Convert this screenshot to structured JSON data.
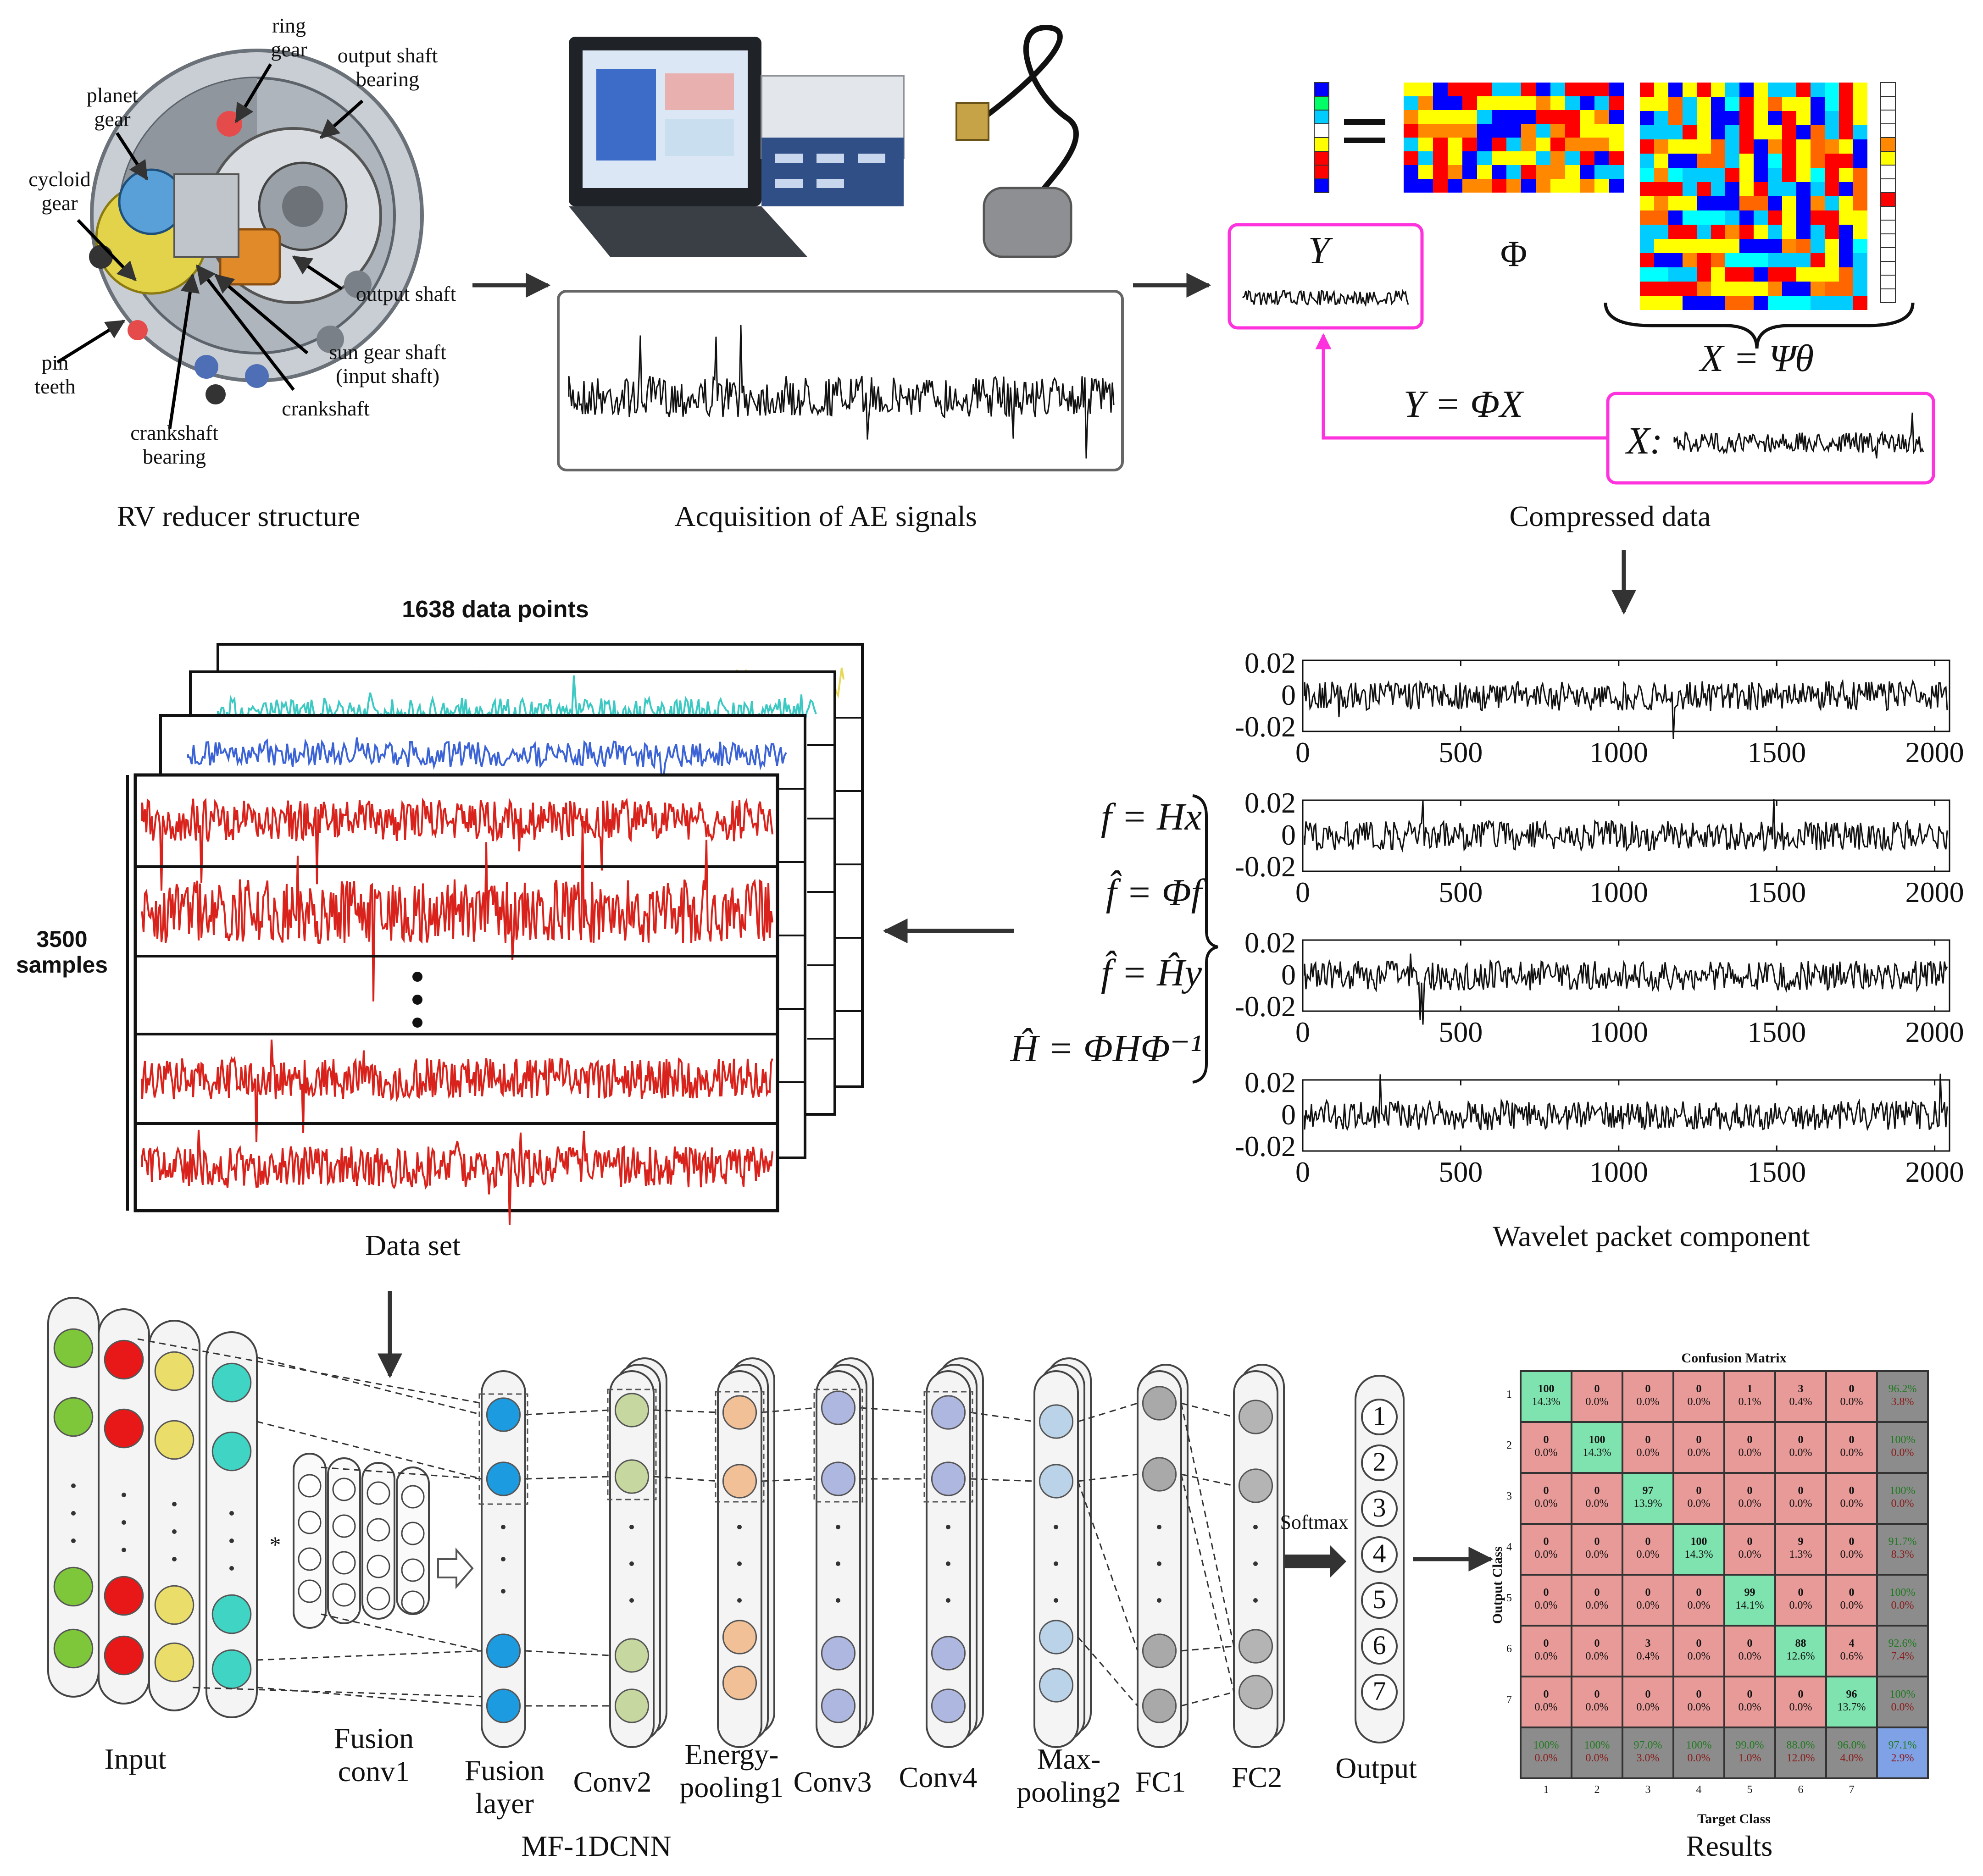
{
  "rv_reducer": {
    "caption": "RV reducer structure",
    "parts": {
      "ring_gear": "ring\ngear",
      "output_shaft_bearing": "output shaft\nbearing",
      "planet_gear": "planet\ngear",
      "cycloid_gear": "cycloid\ngear",
      "output_shaft": "output shaft",
      "sun_gear_shaft": "sun gear shaft\n(input shaft)",
      "pin_teeth": "pin\nteeth",
      "crankshaft": "crankshaft",
      "crankshaft_bearing": "crankshaft\nbearing"
    }
  },
  "acquisition": {
    "caption": "Acquisition of AE signals"
  },
  "compression": {
    "caption": "Compressed data",
    "y_label": "Y",
    "phi": "Φ",
    "x_psi_theta": "X = Ψθ",
    "y_phi_x": "Y = ΦX",
    "x_label": "X:"
  },
  "wavelet": {
    "caption": "Wavelet packet component",
    "y_ticks": [
      "0.02",
      "0",
      "-0.02"
    ],
    "x_ticks": [
      "0",
      "500",
      "1000",
      "1500",
      "2000"
    ]
  },
  "equations": [
    "f = Hx",
    "f̂ = Φf",
    "f̂ = Ĥy",
    "Ĥ = ΦHΦ⁻¹"
  ],
  "dataset": {
    "caption": "Data set",
    "points_label": "1638 data points",
    "samples_label": "3500\nsamples"
  },
  "network": {
    "caption": "MF-1DCNN",
    "layers": [
      "Input",
      "Fusion\nconv1",
      "Fusion\nlayer",
      "Conv2",
      "Energy-\npooling1",
      "Conv3",
      "Conv4",
      "Max-\npooling2",
      "FC1",
      "FC2",
      "Output"
    ],
    "softmax": "Softmax",
    "outputs": [
      "1",
      "2",
      "3",
      "4",
      "5",
      "6",
      "7"
    ],
    "conv_symbol": "*"
  },
  "results": {
    "caption": "Results",
    "title": "Confusion Matrix",
    "xlabel": "Target Class",
    "ylabel": "Output Class",
    "class_labels": [
      "1",
      "2",
      "3",
      "4",
      "5",
      "6",
      "7"
    ],
    "cells": [
      [
        [
          "100",
          "14.3%"
        ],
        [
          "0",
          "0.0%"
        ],
        [
          "0",
          "0.0%"
        ],
        [
          "0",
          "0.0%"
        ],
        [
          "1",
          "0.1%"
        ],
        [
          "3",
          "0.4%"
        ],
        [
          "0",
          "0.0%"
        ]
      ],
      [
        [
          "0",
          "0.0%"
        ],
        [
          "100",
          "14.3%"
        ],
        [
          "0",
          "0.0%"
        ],
        [
          "0",
          "0.0%"
        ],
        [
          "0",
          "0.0%"
        ],
        [
          "0",
          "0.0%"
        ],
        [
          "0",
          "0.0%"
        ]
      ],
      [
        [
          "0",
          "0.0%"
        ],
        [
          "0",
          "0.0%"
        ],
        [
          "97",
          "13.9%"
        ],
        [
          "0",
          "0.0%"
        ],
        [
          "0",
          "0.0%"
        ],
        [
          "0",
          "0.0%"
        ],
        [
          "0",
          "0.0%"
        ]
      ],
      [
        [
          "0",
          "0.0%"
        ],
        [
          "0",
          "0.0%"
        ],
        [
          "0",
          "0.0%"
        ],
        [
          "100",
          "14.3%"
        ],
        [
          "0",
          "0.0%"
        ],
        [
          "9",
          "1.3%"
        ],
        [
          "0",
          "0.0%"
        ]
      ],
      [
        [
          "0",
          "0.0%"
        ],
        [
          "0",
          "0.0%"
        ],
        [
          "0",
          "0.0%"
        ],
        [
          "0",
          "0.0%"
        ],
        [
          "99",
          "14.1%"
        ],
        [
          "0",
          "0.0%"
        ],
        [
          "0",
          "0.0%"
        ]
      ],
      [
        [
          "0",
          "0.0%"
        ],
        [
          "0",
          "0.0%"
        ],
        [
          "3",
          "0.4%"
        ],
        [
          "0",
          "0.0%"
        ],
        [
          "0",
          "0.0%"
        ],
        [
          "88",
          "12.6%"
        ],
        [
          "4",
          "0.6%"
        ]
      ],
      [
        [
          "0",
          "0.0%"
        ],
        [
          "0",
          "0.0%"
        ],
        [
          "0",
          "0.0%"
        ],
        [
          "0",
          "0.0%"
        ],
        [
          "0",
          "0.0%"
        ],
        [
          "0",
          "0.0%"
        ],
        [
          "96",
          "13.7%"
        ]
      ]
    ],
    "row_summary": [
      [
        "96.2%",
        "3.8%"
      ],
      [
        "100%",
        "0.0%"
      ],
      [
        "100%",
        "0.0%"
      ],
      [
        "91.7%",
        "8.3%"
      ],
      [
        "100%",
        "0.0%"
      ],
      [
        "92.6%",
        "7.4%"
      ],
      [
        "100%",
        "0.0%"
      ]
    ],
    "col_summary": [
      [
        "100%",
        "0.0%"
      ],
      [
        "100%",
        "0.0%"
      ],
      [
        "97.0%",
        "3.0%"
      ],
      [
        "100%",
        "0.0%"
      ],
      [
        "99.0%",
        "1.0%"
      ],
      [
        "88.0%",
        "12.0%"
      ],
      [
        "96.0%",
        "4.0%"
      ]
    ],
    "overall": [
      "97.1%",
      "2.9%"
    ]
  },
  "colors": {
    "magenta": "#ff33dd",
    "cm_diag": "#7fe3b0",
    "cm_off": "#e79a98",
    "cm_summary": "#8c8c8c",
    "cm_overall": "#7fa2e6",
    "signal": "#111111",
    "dataset_red": "#d8221b",
    "dataset_blue": "#3b63d6",
    "dataset_cyan": "#3cc9c3",
    "dataset_yellow": "#e8d85a"
  },
  "matrix_colors": [
    "#ff0000",
    "#ffff00",
    "#00ccff",
    "#0000ff",
    "#ff8800",
    "#00ff66",
    "#ff66cc",
    "#ffffff"
  ]
}
